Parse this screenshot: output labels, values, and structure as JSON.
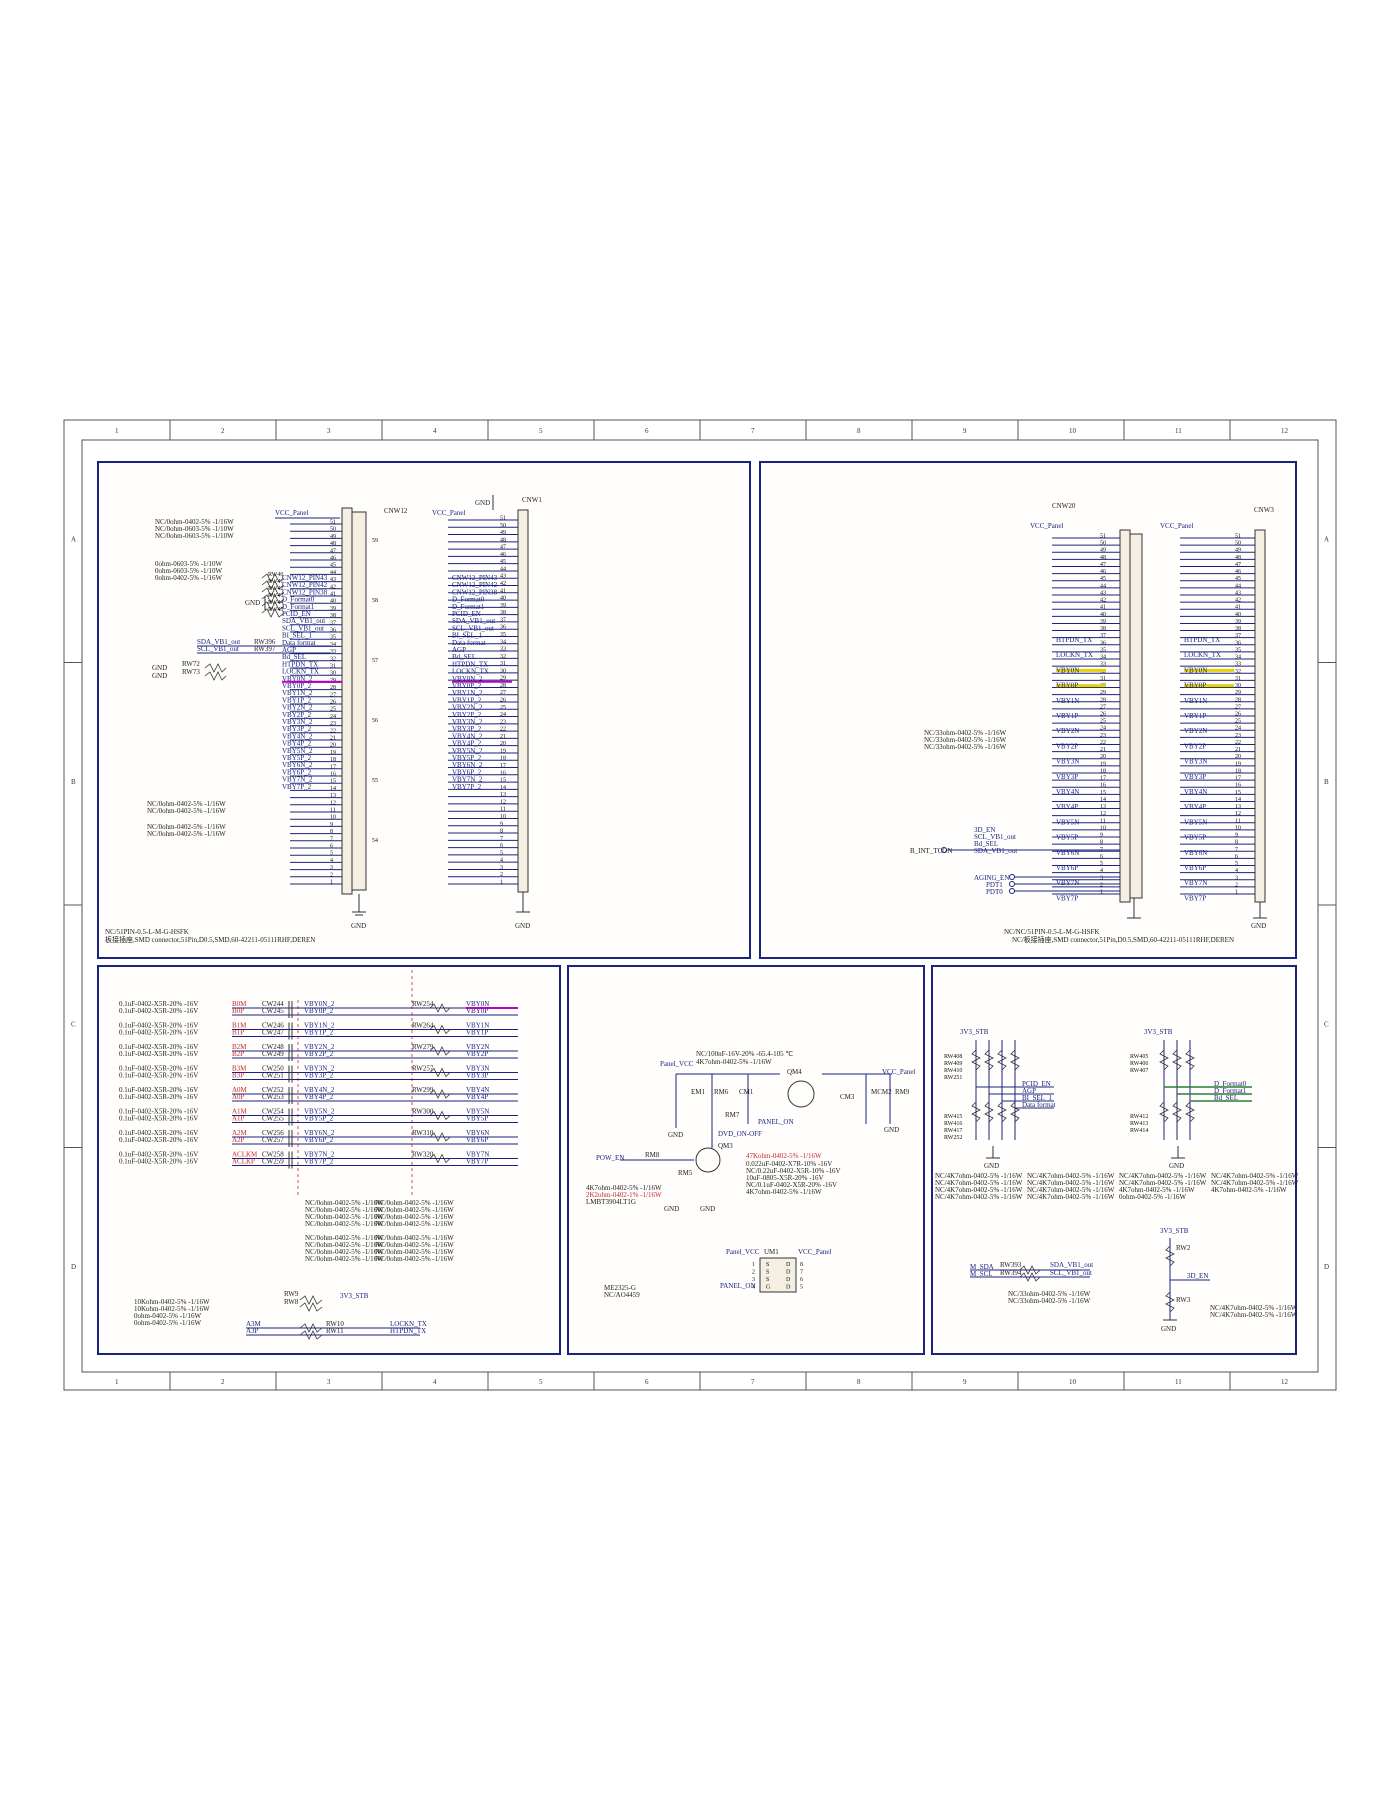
{
  "zones": {
    "cols": [
      "1",
      "2",
      "3",
      "4",
      "5",
      "6",
      "7",
      "8",
      "9",
      "10",
      "11",
      "12"
    ],
    "rows": [
      "A",
      "B",
      "C",
      "D"
    ]
  },
  "cnw12": {
    "ref": "CNW12",
    "vcc": "VCC_Panel",
    "gnd": "GND",
    "notes_top": [
      "NC/0ohm-0402-5% -1/16W",
      "NC/0ohm-0603-5% -1/10W",
      "NC/0ohm-0603-5% -1/10W"
    ],
    "notes_mid": [
      "0ohm-0603-5% -1/10W",
      "0ohm-0603-5% -1/10W",
      "0ohm-0402-5% -1/16W"
    ],
    "res": [
      "RW40",
      "RW41",
      "RW42",
      "RW43",
      "RW44",
      "RW45",
      "RW72",
      "RW73",
      "RW396",
      "RW397"
    ],
    "signals": [
      "CNW12_PIN43",
      "CNW12_PIN42",
      "CNW12_PIN38",
      "D_Format0",
      "D_Format1",
      "PCID_EN",
      "SDA_VB1_out",
      "SCL_VB1_out",
      "BI_SEL_1",
      "Data format",
      "AGP",
      "Bd_SEL",
      "HTPDN_TX",
      "LOCKN_TX",
      "VBY0N_2",
      "VBY0P_2",
      "VBY1N_2",
      "VBY1P_2",
      "VBY2N_2",
      "VBY2P_2",
      "VBY3N_2",
      "VBY3P_2",
      "VBY4N_2",
      "VBY4P_2",
      "VBY5N_2",
      "VBY5P_2",
      "VBY6N_2",
      "VBY6P_2",
      "VBY7N_2",
      "VBY7P_2"
    ],
    "notes_bottom": [
      "NC/0ohm-0402-5% -1/16W",
      "NC/0ohm-0402-5% -1/16W",
      "NC/0ohm-0402-5% -1/16W",
      "NC/0ohm-0402-5% -1/16W"
    ],
    "pins_outer": [
      "59",
      "58",
      "57",
      "56",
      "55",
      "54"
    ],
    "part1": "NC/51PIN-0.5-L-M-G-HSFK",
    "part2": "板接插座,SMD connector,51Pin,D0.5,SMD,60-42211-05111RHF,DEREN"
  },
  "cnw1": {
    "ref": "CNW1",
    "vcc": "VCC_Panel",
    "gnd": "GND"
  },
  "cnw20": {
    "ref": "CNW20",
    "vcc": "VCC_Panel",
    "signals": [
      "HTPDN_TX",
      "LOCKN_TX",
      "VBY0N",
      "VBY0P",
      "VBY1N",
      "VBY1P",
      "VBY2N",
      "VBY2P",
      "VBY3N",
      "VBY3P",
      "VBY4N",
      "VBY4P",
      "VBY5N",
      "VBY5P",
      "VBY6N",
      "VBY6P",
      "VBY7N",
      "VBY7P"
    ],
    "notes": [
      "NC/33ohm-0402-5% -1/16W",
      "NC/33ohm-0402-5% -1/16W",
      "NC/33ohm-0402-5% -1/16W"
    ],
    "ctrl": [
      "3D_EN",
      "SCL_VB1_out",
      "Bd_SEL",
      "SDA_VB1_out",
      "B_INT_TCON",
      "AGING_EN",
      "PDT1",
      "PDT0"
    ],
    "part1": "NC/NC/51PIN-0.5-L-M-G-HSFK",
    "part2": "NC/板接插座,SMD connector,51Pin,D0.5,SMD,60-42211-05111RHF,DEREN"
  },
  "cnw3": {
    "ref": "CNW3",
    "vcc": "VCC_Panel",
    "gnd": "GND"
  },
  "caps": {
    "notes": [
      "0.1uF-0402-X5R-20% -16V",
      "0.1uF-0402-X5R-20% -16V"
    ],
    "rows": [
      {
        "in1": "B0M",
        "in2": "B0P",
        "c1": "CW244",
        "c2": "CW245",
        "s1": "VBY0N_2",
        "s2": "VBY0P_2",
        "r": "RW254",
        "o1": "VBY0N",
        "o2": "VBY0P"
      },
      {
        "in1": "B1M",
        "in2": "B1P",
        "c1": "CW246",
        "c2": "CW247",
        "s1": "VBY1N_2",
        "s2": "VBY1P_2",
        "r": "RW264",
        "o1": "VBY1N",
        "o2": "VBY1P"
      },
      {
        "in1": "B2M",
        "in2": "B2P",
        "c1": "CW248",
        "c2": "CW249",
        "s1": "VBY2N_2",
        "s2": "VBY2P_2",
        "r": "RW279",
        "o1": "VBY2N",
        "o2": "VBY2P"
      },
      {
        "in1": "B3M",
        "in2": "B3P",
        "c1": "CW250",
        "c2": "CW251",
        "s1": "VBY3N_2",
        "s2": "VBY3P_2",
        "r": "RW257",
        "o1": "VBY3N",
        "o2": "VBY3P"
      },
      {
        "in1": "A0M",
        "in2": "A0P",
        "c1": "CW252",
        "c2": "CW253",
        "s1": "VBY4N_2",
        "s2": "VBY4P_2",
        "r": "RW299",
        "o1": "VBY4N",
        "o2": "VBY4P"
      },
      {
        "in1": "A1M",
        "in2": "A1P",
        "c1": "CW254",
        "c2": "CW255",
        "s1": "VBY5N_2",
        "s2": "VBY5P_2",
        "r": "RW300",
        "o1": "VBY5N",
        "o2": "VBY5P"
      },
      {
        "in1": "A2M",
        "in2": "A2P",
        "c1": "CW256",
        "c2": "CW257",
        "s1": "VBY6N_2",
        "s2": "VBY6P_2",
        "r": "RW310",
        "o1": "VBY6N",
        "o2": "VBY6P"
      },
      {
        "in1": "ACLKM",
        "in2": "ACLKP",
        "c1": "CW258",
        "c2": "CW259",
        "s1": "VBY7N_2",
        "s2": "VBY7P_2",
        "r": "RW320",
        "o1": "VBY7N",
        "o2": "VBY7P"
      }
    ],
    "nc_notes": [
      "NC/0ohm-0402-5% -1/16W",
      "NC/0ohm-0402-5% -1/16W",
      "NC/0ohm-0402-5% -1/16W",
      "NC/0ohm-0402-5% -1/16W"
    ],
    "lock": {
      "rw9": "RW9",
      "rw8": "RW8",
      "stb": "3V3_STB",
      "a3m": "A3M",
      "a3p": "A3P",
      "rw10": "RW10",
      "rw11": "RW11",
      "lockn": "LOCKN_TX",
      "htpdn": "HTPDN_TX"
    },
    "lock_notes": [
      "10Kohm-0402-5% -1/16W",
      "10Kohm-0402-5% -1/16W",
      "0ohm-0402-5% -1/16W",
      "0ohm-0402-5% -1/16W"
    ]
  },
  "power": {
    "vcc_in": "Panel_VCC",
    "vcc_out": "VCC_Panel",
    "note_top1": "NC/100nF-16V-20% -65.4-105 ℃",
    "note_top2": "4K7ohm-0402-5% -1/16W",
    "qm4": "QM4",
    "em1": "EM1",
    "rm6": "RM6",
    "cm1": "CM1",
    "rm7": "RM7",
    "cm3": "CM3",
    "mcm2": "MCM2",
    "rm9": "RM9",
    "panel_on": "PANEL_ON",
    "dvd": "DVD_ON-OFF",
    "pow_en": "POW_EN",
    "rm8": "RM8",
    "rm5": "RM5",
    "qm3": "QM3",
    "gnd": "GND",
    "notes_red": "47Kohm-0402-5% -1/16W",
    "notes_right": [
      "0.022uF-0402-X7R-10% -16V",
      "NC/0.22uF-0402-X5R-10% -16V",
      "10uF-0805-X5R-20% -16V",
      "NC/0.1uF-0402-X5R-20% -16V",
      "4K7ohm-0402-5% -1/16W"
    ],
    "notes_left": [
      "4K7ohm-0402-5% -1/16W",
      "2K2ohm-0402-1% -1/16W",
      "LMBT3904LT1G"
    ],
    "um1": "UM1",
    "um_in": "Panel_VCC",
    "um_out": "VCC_Panel",
    "um_ctl": "PANEL_ON",
    "um_part": [
      "ME2325-G",
      "NC/AO4459"
    ],
    "um_pins": [
      "S",
      "S",
      "S",
      "G",
      "D",
      "D",
      "D",
      "D"
    ]
  },
  "pullups": {
    "stb1": "3V3_STB",
    "stb2": "3V3_STB",
    "stb3": "3V3_STB",
    "left_res": [
      "RW408",
      "RW409",
      "RW410",
      "RW251",
      "RW415",
      "RW416",
      "RW417",
      "RW252"
    ],
    "left_sig": [
      "PCID_EN",
      "AGP",
      "BI_SEL_1",
      "Data format"
    ],
    "right_res": [
      "RW405",
      "RW406",
      "RW407",
      "RW412",
      "RW413",
      "RW414"
    ],
    "right_sig": [
      "D_Format0",
      "D_Format1",
      "Bd_SEL"
    ],
    "notes_l": [
      "NC/4K7ohm-0402-5% -1/16W",
      "NC/4K7ohm-0402-5% -1/16W",
      "NC/4K7ohm-0402-5% -1/16W",
      "NC/4K7ohm-0402-5% -1/16W"
    ],
    "notes_m": [
      "NC/4K7ohm-0402-5% -1/16W",
      "NC/4K7ohm-0402-5% -1/16W",
      "NC/4K7ohm-0402-5% -1/16W",
      "NC/4K7ohm-0402-5% -1/16W"
    ],
    "notes_r": [
      "NC/4K7ohm-0402-5% -1/16W",
      "NC/4K7ohm-0402-5% -1/16W",
      "4K7ohm-0402-5% -1/16W",
      "0ohm-0402-5% -1/16W"
    ],
    "notes_r2": [
      "NC/4K7ohm-0402-5% -1/16W",
      "NC/4K7ohm-0402-5% -1/16W",
      "4K7ohm-0402-5% -1/16W"
    ],
    "i2c": {
      "m_sda": "M_SDA",
      "m_scl": "M_SCL",
      "rw393": "RW393",
      "rw394": "RW394",
      "sda": "SDA_VB1_out",
      "scl": "SCL_VB1_out",
      "n1": "NC/33ohm-0402-5% -1/16W",
      "n2": "NC/33ohm-0402-5% -1/16W"
    },
    "en3d": {
      "rw2": "RW2",
      "rw3": "RW3",
      "net": "3D_EN",
      "gnd": "GND",
      "n1": "NC/4K7ohm-0402-5% -1/16W",
      "n2": "NC/4K7ohm-0402-5% -1/16W"
    }
  }
}
